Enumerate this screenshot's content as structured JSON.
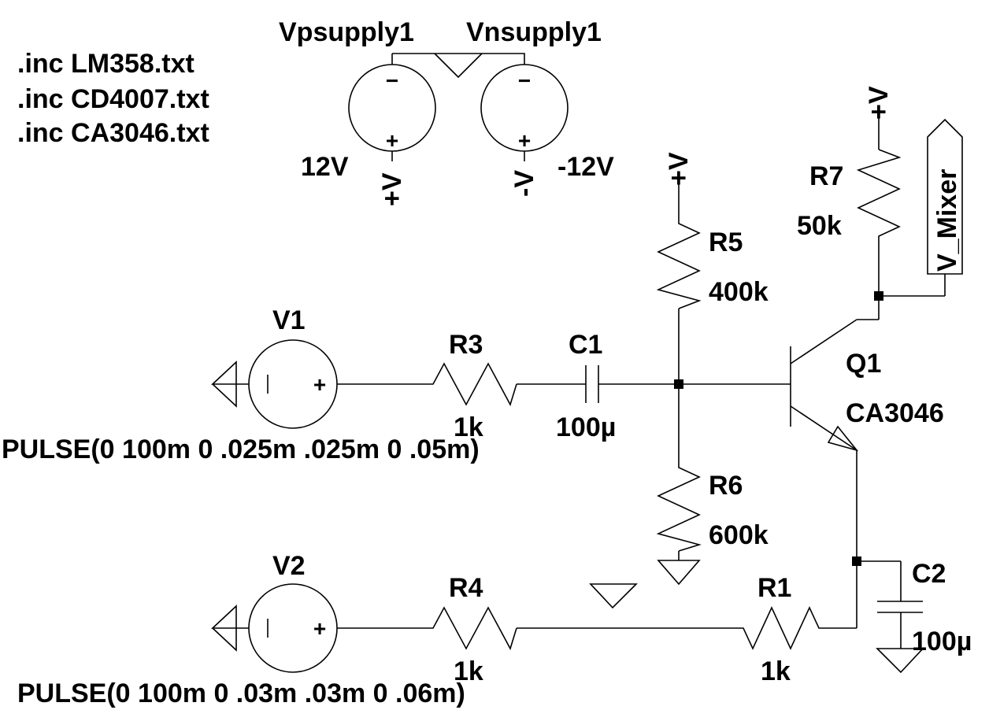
{
  "directives": [
    ".inc LM358.txt",
    ".inc CD4007.txt",
    ".inc CA3046.txt"
  ],
  "supplies": {
    "positive": {
      "name": "Vpsupply1",
      "value": "12V",
      "net": "+V"
    },
    "negative": {
      "name": "Vnsupply1",
      "value": "-12V",
      "net": "-V"
    }
  },
  "sources": {
    "v1": {
      "name": "V1",
      "spec": "PULSE(0 100m 0 .025m .025m 0 .05m)"
    },
    "v2": {
      "name": "V2",
      "spec": "PULSE(0 100m 0 .03m .03m 0 .06m)"
    }
  },
  "resistors": {
    "r1": {
      "name": "R1",
      "value": "1k"
    },
    "r3": {
      "name": "R3",
      "value": "1k"
    },
    "r4": {
      "name": "R4",
      "value": "1k"
    },
    "r5": {
      "name": "R5",
      "value": "400k"
    },
    "r6": {
      "name": "R6",
      "value": "600k"
    },
    "r7": {
      "name": "R7",
      "value": "50k"
    }
  },
  "capacitors": {
    "c1": {
      "name": "C1",
      "value": "100µ"
    },
    "c2": {
      "name": "C2",
      "value": "100µ"
    }
  },
  "transistor": {
    "name": "Q1",
    "model": "CA3046"
  },
  "net_labels": {
    "vplus": "+V",
    "output": "V_Mixer"
  },
  "source_symbols": {
    "plus": "+",
    "minus": "−"
  }
}
